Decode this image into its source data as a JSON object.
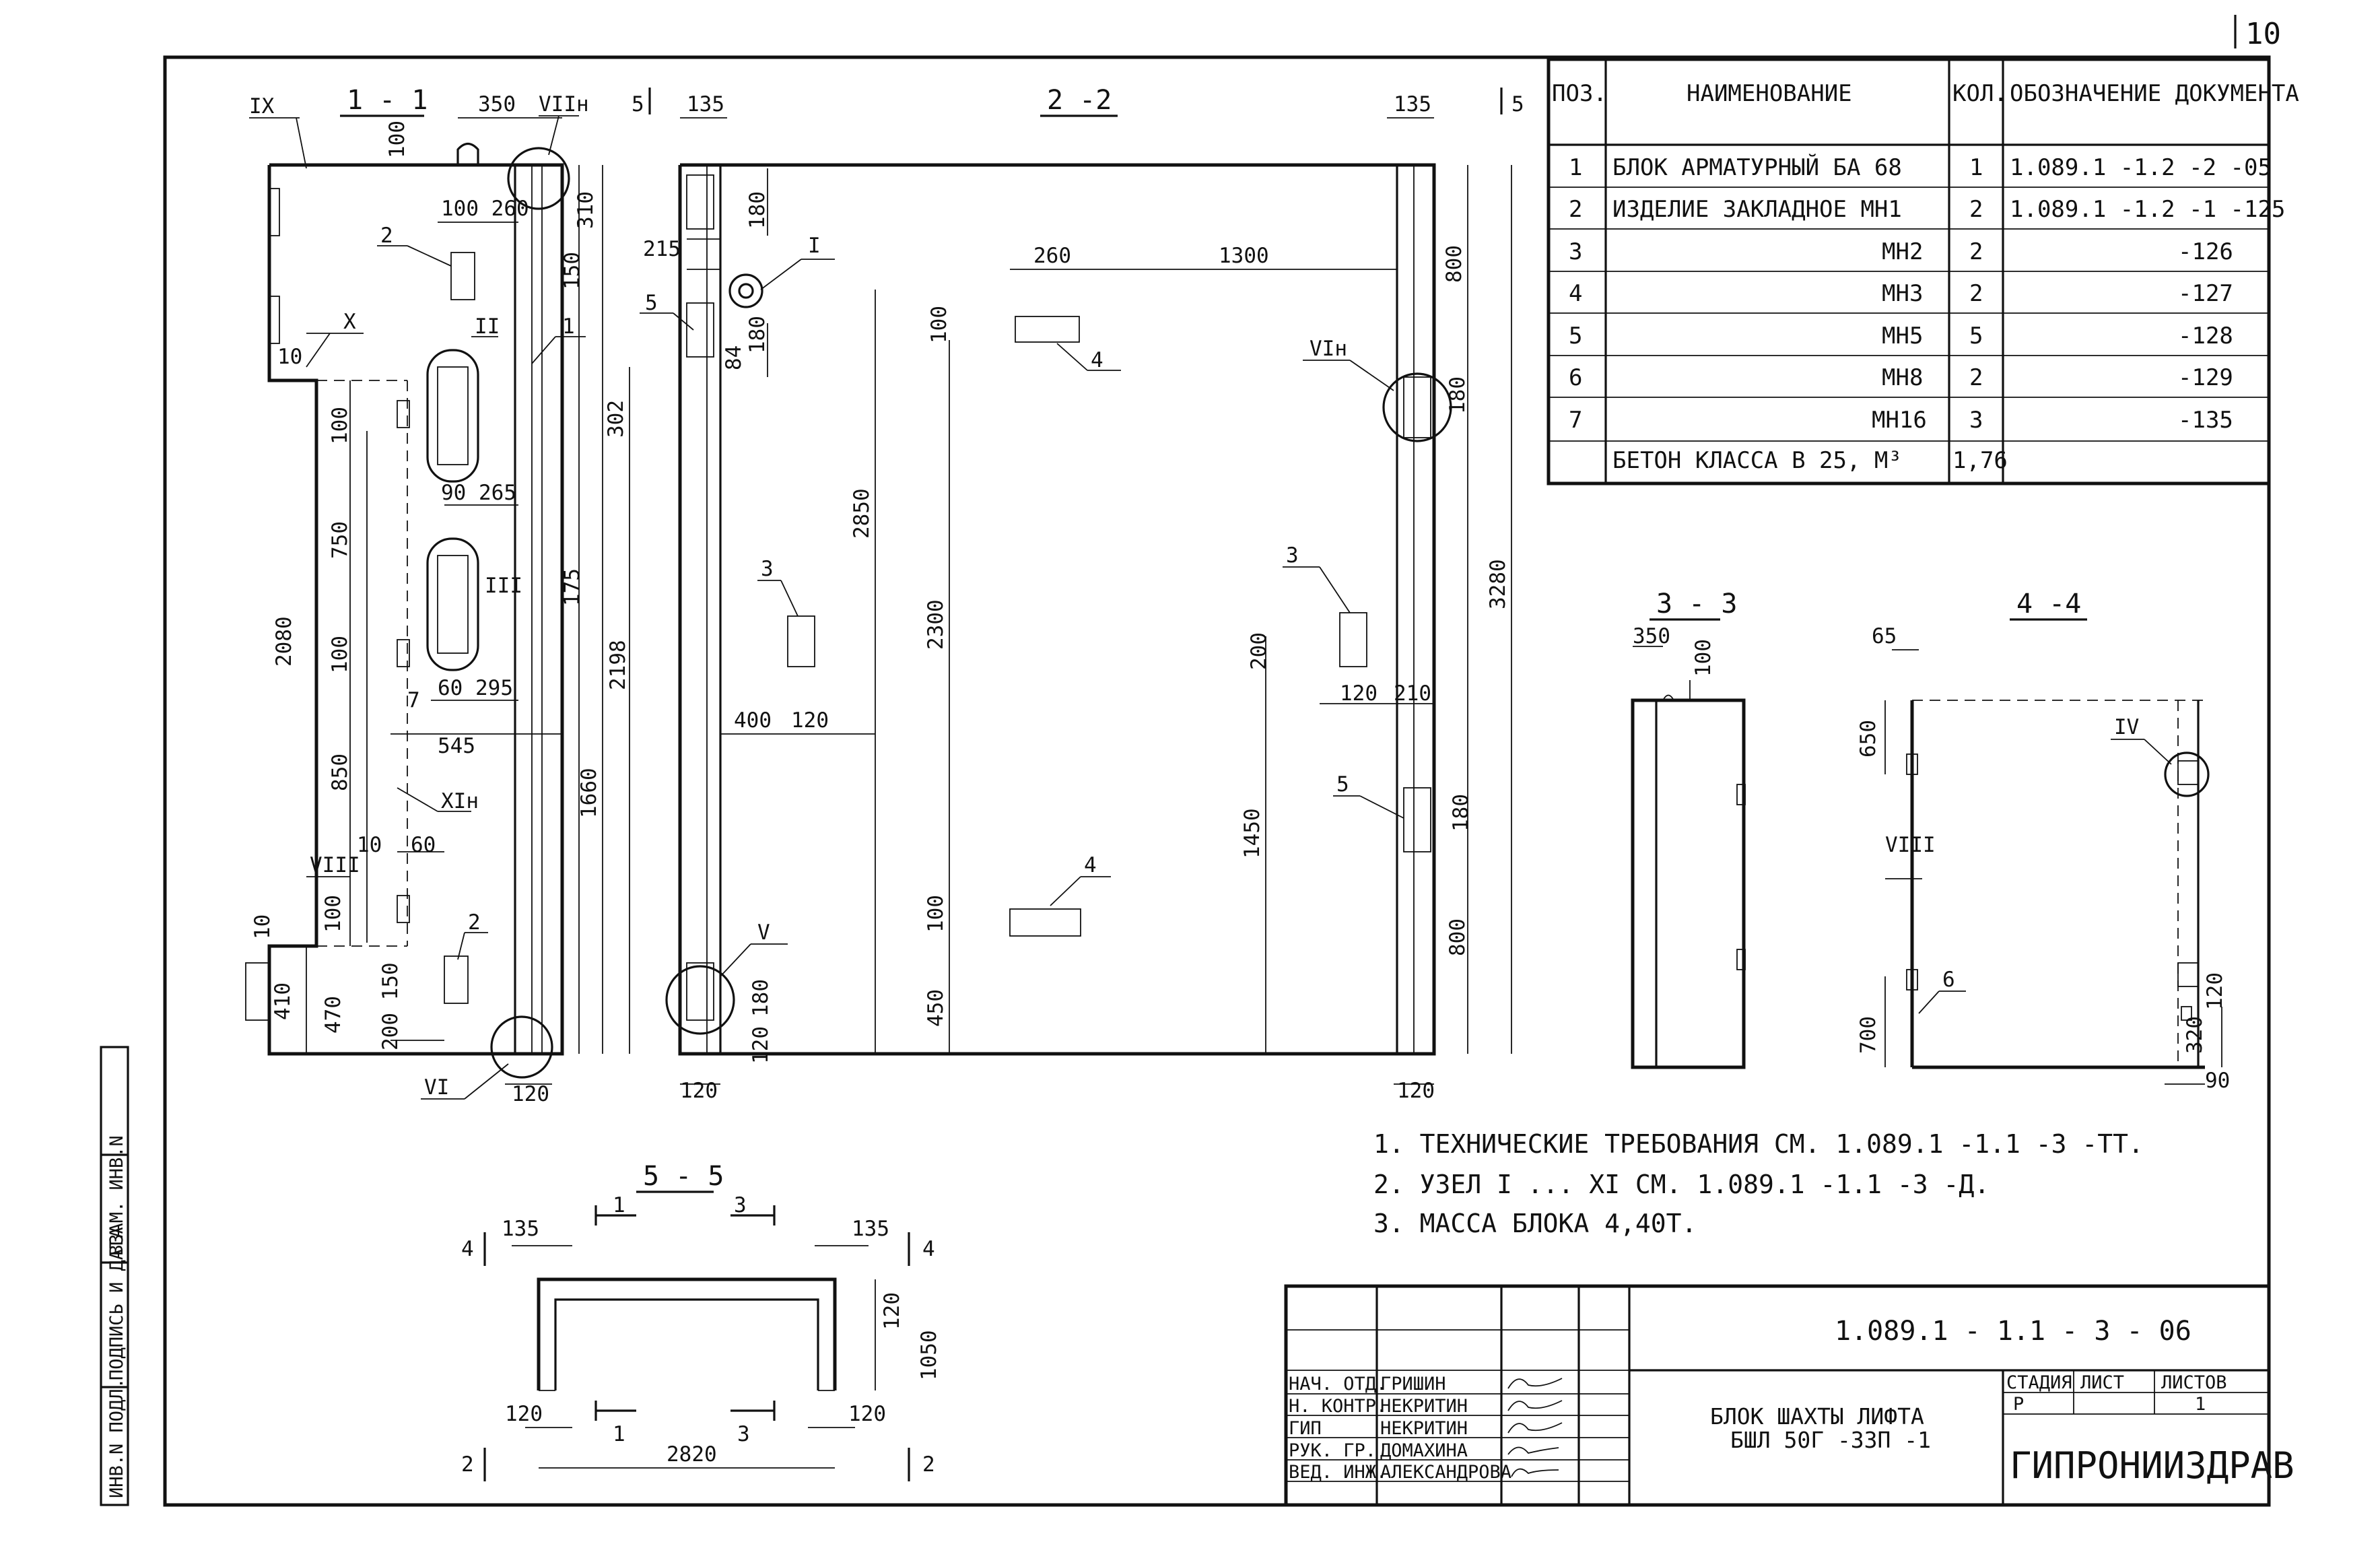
{
  "sheet_number": "10",
  "sections": {
    "s11": "1 - 1",
    "s22": "2 -2",
    "s33": "3 - 3",
    "s44": "4 -4",
    "s55": "5 - 5"
  },
  "table": {
    "headers": [
      "ПОЗ.",
      "НАИМЕНОВАНИЕ",
      "КОЛ.",
      "ОБОЗНАЧЕНИЕ ДОКУМЕНТА"
    ],
    "rows": [
      {
        "pos": "1",
        "name": "БЛОК АРМАТУРНЫЙ БА 68",
        "qty": "1",
        "doc": "1.089.1 -1.2 -2 -05"
      },
      {
        "pos": "2",
        "name": "ИЗДЕЛИЕ ЗАКЛАДНОЕ МН1",
        "qty": "2",
        "doc": "1.089.1 -1.2 -1 -125"
      },
      {
        "pos": "3",
        "name": "МН2",
        "qty": "2",
        "doc": "-126"
      },
      {
        "pos": "4",
        "name": "МН3",
        "qty": "2",
        "doc": "-127"
      },
      {
        "pos": "5",
        "name": "МН5",
        "qty": "5",
        "doc": "-128"
      },
      {
        "pos": "6",
        "name": "МН8",
        "qty": "2",
        "doc": "-129"
      },
      {
        "pos": "7",
        "name": "МН16",
        "qty": "3",
        "doc": "-135"
      },
      {
        "pos": "",
        "name": "БЕТОН КЛАССА В 25, М³",
        "qty": "1,76",
        "doc": ""
      }
    ]
  },
  "notes": [
    "1. ТЕХНИЧЕСКИЕ ТРЕБОВАНИЯ СМ. 1.089.1 -1.1 -3 -ТТ.",
    "2. УЗЕЛ I ... XI СМ. 1.089.1 -1.1 -3 -Д.",
    "3. МАССА БЛОКА 4,40Т."
  ],
  "title_block": {
    "doc_code": "1.089.1 - 1.1 - 3 - 06",
    "title_line1": "БЛОК ШАХТЫ ЛИФТА",
    "title_line2": "БШЛ 50Г -33П -1",
    "stage_label": "СТАДИЯ",
    "sheet_label": "ЛИСТ",
    "sheets_label": "ЛИСТОВ",
    "stage": "Р",
    "sheets": "1",
    "org": "ГИПРОНИИЗДРАВ",
    "people": [
      {
        "role": "НАЧ. ОТД.",
        "name": "ГРИШИН"
      },
      {
        "role": "Н. КОНТР.",
        "name": "НЕКРИТИН"
      },
      {
        "role": "ГИП",
        "name": "НЕКРИТИН"
      },
      {
        "role": "РУК. ГР.",
        "name": "ДОМАХИНА"
      },
      {
        "role": "ВЕД. ИНЖ.",
        "name": "АЛЕКСАНДРОВА"
      }
    ]
  },
  "side_stamp": [
    "ИНВ.N ПОДЛ.",
    "ПОДПИСЬ И ДАТА",
    "ВЗАМ. ИНВ.N"
  ],
  "dims_11": {
    "w350": "350",
    "d100a": "100",
    "d100_260": "100 260",
    "d310": "310",
    "d150": "150",
    "d302": "302",
    "d90_265": "90 265",
    "d175": "175",
    "d60_295": "60 295",
    "d545": "545",
    "d2080": "2080",
    "d750": "750",
    "d100b": "100",
    "d850": "850",
    "d100c": "100",
    "d2198": "2198",
    "d1660": "1660",
    "d10a": "10",
    "d10b": "10",
    "d60": "60",
    "d10c": "10",
    "d470": "470",
    "d410": "410",
    "d200_150": "200 150",
    "d120": "120",
    "d7": "7"
  },
  "dims_22": {
    "d135a": "135",
    "d135b": "135",
    "d215": "215",
    "d180a": "180",
    "d180b": "180",
    "d84": "84",
    "d260": "260",
    "d1300": "1300",
    "d800a": "800",
    "d100a": "100",
    "d180c": "180",
    "d2850": "2850",
    "d2300": "2300",
    "d3280": "3280",
    "d400": "400",
    "d120a": "120",
    "d200": "200",
    "d120b": "120",
    "d210": "210",
    "d1450": "1450",
    "d180d": "180",
    "d100b": "100",
    "d800b": "800",
    "d450": "450",
    "d180e": "180",
    "d120c": "120",
    "d120d": "120",
    "d120e": "120"
  },
  "dims_33": {
    "d350": "350",
    "d100": "100"
  },
  "dims_44": {
    "d65": "65",
    "d650": "650",
    "d700": "700",
    "d120": "120",
    "d320": "320",
    "d90": "90"
  },
  "dims_55": {
    "d135a": "135",
    "d135b": "135",
    "d120a": "120",
    "d1050": "1050",
    "d120b": "120",
    "d120c": "120",
    "d2820": "2820"
  },
  "markers": {
    "n1": "1",
    "n2": "2",
    "n3": "3",
    "n4": "4",
    "n5": "5",
    "n6": "6",
    "IX": "IX",
    "X": "X",
    "II": "II",
    "III": "III",
    "VIн": "VIн",
    "VIIн": "VIIн",
    "XIн": "XIн",
    "VIII": "VIII",
    "VI": "VI",
    "I": "I",
    "V": "V",
    "IV": "IV",
    "cut5": "5",
    "cut4": "4",
    "cut2": "2",
    "cut1": "1",
    "cut3": "3"
  }
}
